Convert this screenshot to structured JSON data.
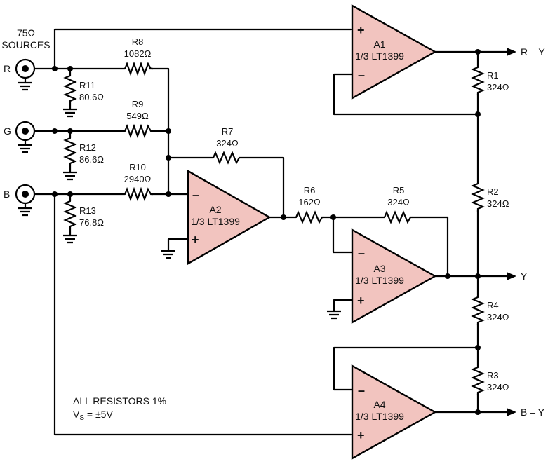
{
  "sources": {
    "label_line1": "75Ω",
    "label_line2": "SOURCES",
    "r": "R",
    "g": "G",
    "b": "B"
  },
  "amplifiers": [
    {
      "name": "A1",
      "part": "1/3 LT1399"
    },
    {
      "name": "A2",
      "part": "1/3 LT1399"
    },
    {
      "name": "A3",
      "part": "1/3 LT1399"
    },
    {
      "name": "A4",
      "part": "1/3 LT1399"
    }
  ],
  "resistors": {
    "r1": {
      "name": "R1",
      "value": "324Ω"
    },
    "r2": {
      "name": "R2",
      "value": "324Ω"
    },
    "r3": {
      "name": "R3",
      "value": "324Ω"
    },
    "r4": {
      "name": "R4",
      "value": "324Ω"
    },
    "r5": {
      "name": "R5",
      "value": "324Ω"
    },
    "r6": {
      "name": "R6",
      "value": "162Ω"
    },
    "r7": {
      "name": "R7",
      "value": "324Ω"
    },
    "r8": {
      "name": "R8",
      "value": "1082Ω"
    },
    "r9": {
      "name": "R9",
      "value": "549Ω"
    },
    "r10": {
      "name": "R10",
      "value": "2940Ω"
    },
    "r11": {
      "name": "R11",
      "value": "80.6Ω"
    },
    "r12": {
      "name": "R12",
      "value": "86.6Ω"
    },
    "r13": {
      "name": "R13",
      "value": "76.8Ω"
    }
  },
  "outputs": {
    "ry": "R – Y",
    "y": "Y",
    "by": "B – Y"
  },
  "notes": {
    "resistors": "ALL RESISTORS 1%",
    "supply_prefix": "V",
    "supply_sub": "S",
    "supply_suffix": " = ±5V"
  },
  "signs": {
    "plus": "+",
    "minus": "–"
  }
}
